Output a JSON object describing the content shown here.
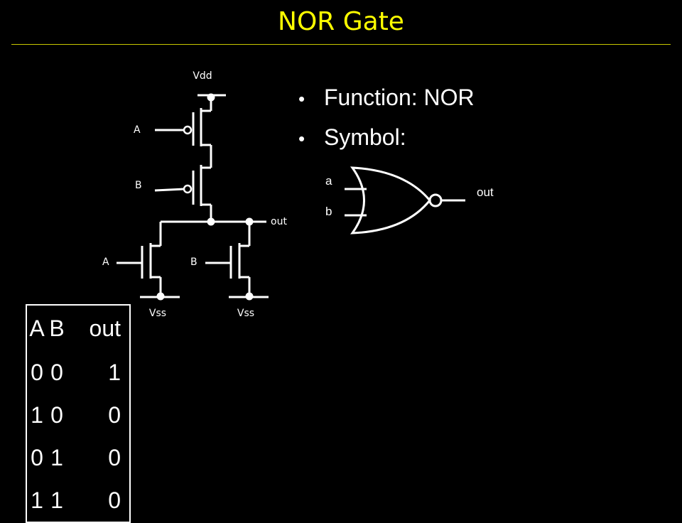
{
  "slide": {
    "title": "NOR Gate",
    "bullets": [
      "Function: NOR",
      "Symbol:"
    ]
  },
  "schematic": {
    "vdd_label": "Vdd",
    "out_label": "out",
    "vss_left_label": "Vss",
    "vss_right_label": "Vss",
    "pmos_top_gate_label": "A",
    "pmos_bottom_gate_label": "B",
    "nmos_left_gate_label": "A",
    "nmos_right_gate_label": "B"
  },
  "symbol": {
    "input_a_label": "a",
    "input_b_label": "b",
    "output_label": "out"
  },
  "truth_table": {
    "headers": [
      "A",
      "B",
      "out"
    ],
    "rows": [
      [
        "0",
        "0",
        "1"
      ],
      [
        "1",
        "0",
        "0"
      ],
      [
        "0",
        "1",
        "0"
      ],
      [
        "1",
        "1",
        "0"
      ]
    ]
  },
  "colors": {
    "background": "#000000",
    "title": "#ffff00",
    "foreground": "#ffffff"
  }
}
